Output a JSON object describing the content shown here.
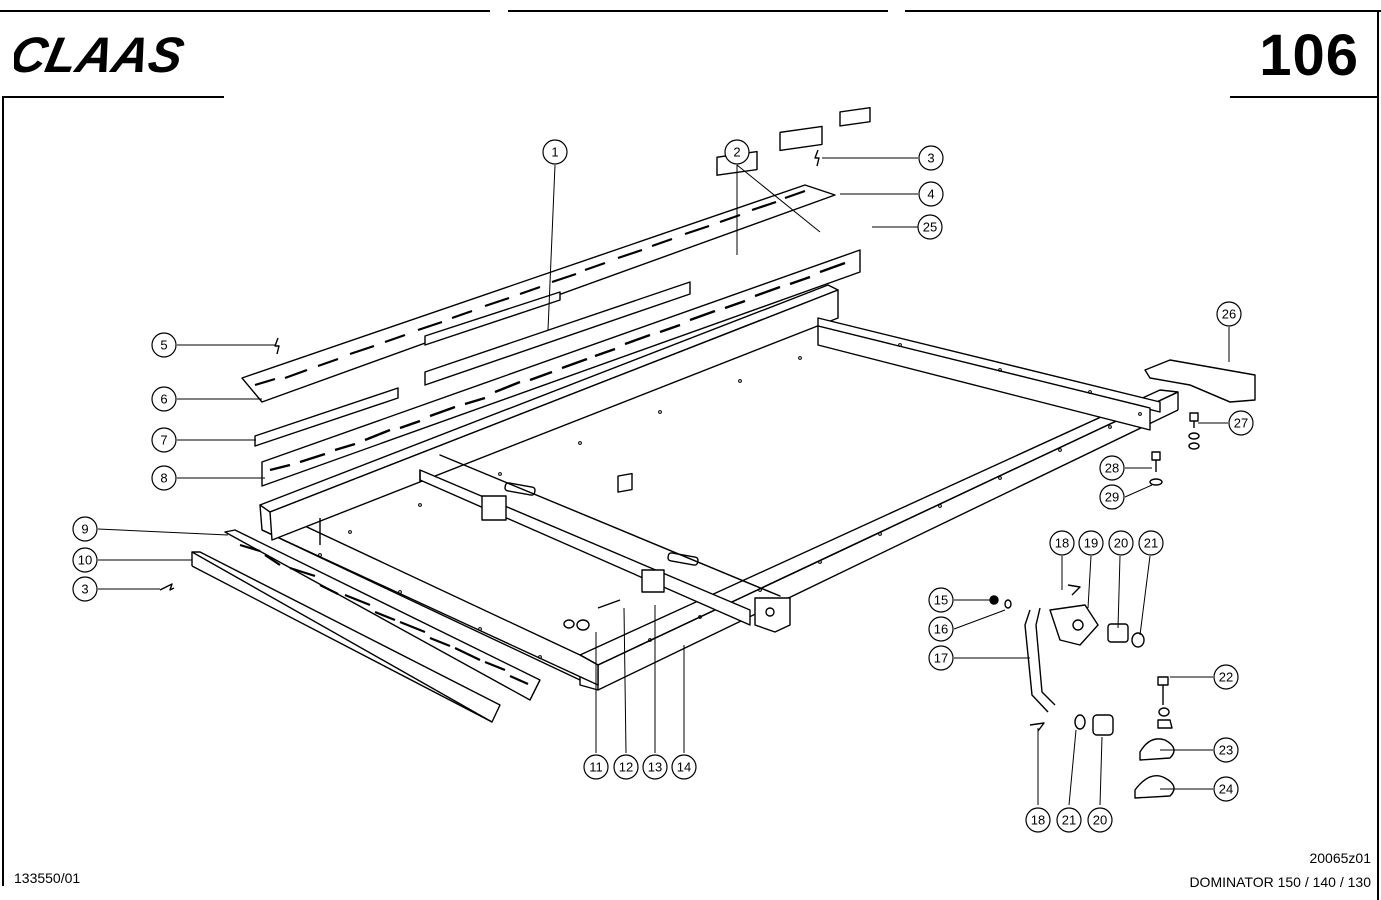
{
  "header": {
    "brand": "CLAAS",
    "page_number": "106"
  },
  "footer": {
    "document_number": "133550/01",
    "drawing_number": "20065z01",
    "model": "DOMINATOR 150 / 140 / 130"
  },
  "callouts": [
    "1",
    "2",
    "3",
    "4",
    "25",
    "5",
    "26",
    "6",
    "27",
    "7",
    "8",
    "28",
    "29",
    "9",
    "10",
    "3",
    "18",
    "19",
    "20",
    "21",
    "15",
    "16",
    "17",
    "22",
    "23",
    "24",
    "11",
    "12",
    "13",
    "14",
    "18",
    "21",
    "20"
  ]
}
